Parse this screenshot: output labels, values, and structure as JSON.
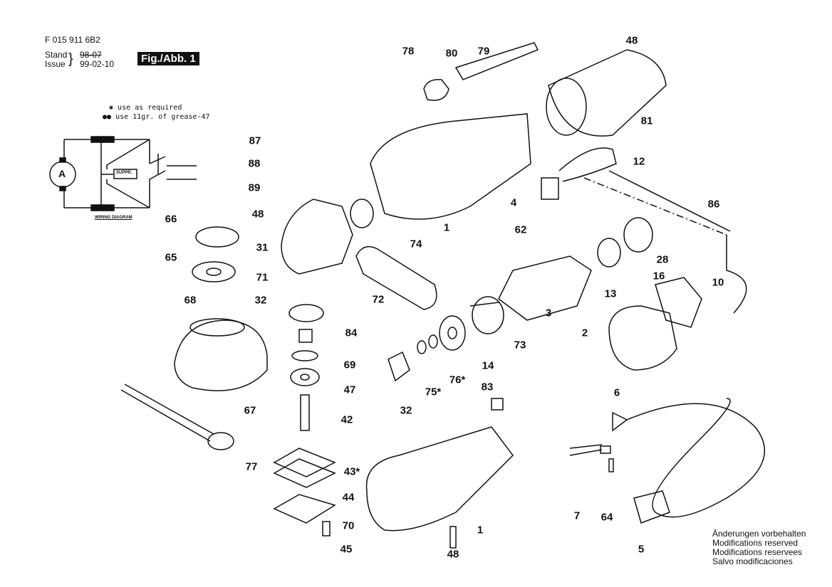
{
  "header": {
    "drawing_number": "F 015 911 6B2",
    "stand_label": "Stand",
    "issue_label": "Issue",
    "old_date": "98-07",
    "issue_date": "99-02-10",
    "figure_label": "Fig./Abb. 1"
  },
  "legend": {
    "asterisk_note": "use as required",
    "dots_note": "use 11gr. of grease-47"
  },
  "wiring": {
    "motor_label": "A",
    "suppressor_label": "SUPPR.",
    "title": "WIRING DIAGRAM"
  },
  "parts": [
    "78",
    "80",
    "79",
    "48",
    "81",
    "87",
    "88",
    "12",
    "89",
    "4",
    "86",
    "48",
    "66",
    "1",
    "62",
    "31",
    "74",
    "28",
    "65",
    "16",
    "71",
    "13",
    "10",
    "68",
    "32",
    "72",
    "3",
    "84",
    "2",
    "73",
    "69",
    "14",
    "76*",
    "83",
    "75*",
    "47",
    "6",
    "32",
    "67",
    "42",
    "43*",
    "77",
    "44",
    "7",
    "64",
    "70",
    "1",
    "45",
    "48",
    "5"
  ],
  "notes": [
    "Änderungen vorbehalten",
    "Modifications reserved",
    "Modifications reservees",
    "Salvo modificaciones"
  ]
}
